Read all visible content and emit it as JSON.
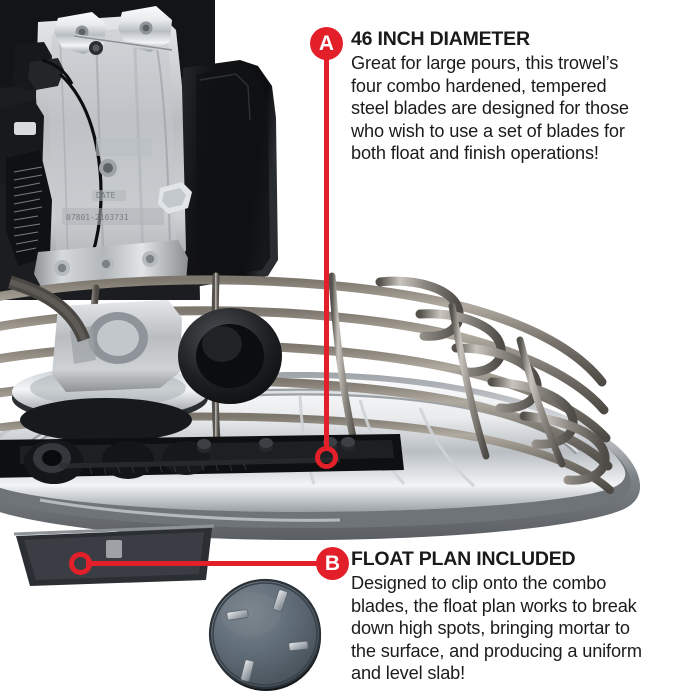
{
  "page": {
    "background_color": "#FFFFFF",
    "accent_color": "#E3202A",
    "text_color": "#1C1C1C"
  },
  "product_photo": {
    "alt_name": "ride-behind-power-trowel",
    "description": "Walk-behind concrete power trowel with gasoline engine, steel guard ring cage and four combo blades"
  },
  "callouts": [
    {
      "marker": "A",
      "heading": "46 INCH DIAMETER",
      "body_lines": [
        "Great for large pours, this trowel’s",
        "four combo hardened, tempered",
        "steel blades are designed for those",
        "who wish to use a set of blades for",
        "both float and finish operations!"
      ]
    },
    {
      "marker": "B",
      "heading": "FLOAT PLAN INCLUDED",
      "body_lines": [
        "Designed to clip onto the combo",
        "blades, the float plan works to break",
        "down high spots, bringing mortar to",
        "the surface, and producing a uniform",
        "and level slab!"
      ]
    }
  ],
  "float_disc": {
    "alt_name": "float-plan-disc",
    "description": "Circular gray steel float pan with four clip brackets"
  }
}
